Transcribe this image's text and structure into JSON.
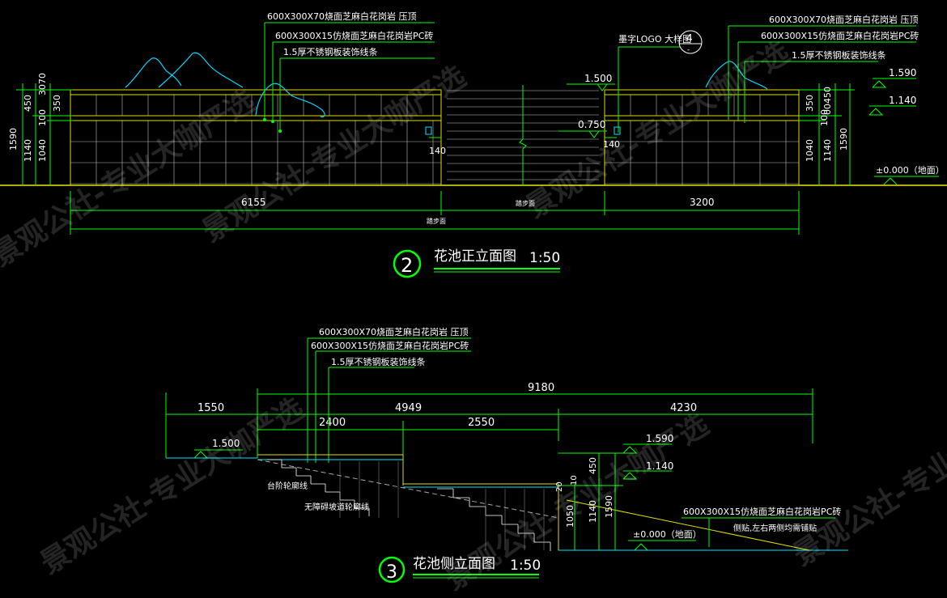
{
  "colors": {
    "background": "#000000",
    "green": "#00ff00",
    "white": "#ffffff",
    "yellow": "#e0e000",
    "cyan": "#00e5ff",
    "ground": "#e8e800"
  },
  "front": {
    "title": "花池正立面图 1:50",
    "title_main": "花池正立面图",
    "title_scale": "1:50",
    "number": "2",
    "callouts_left": [
      "600X300X70烧面芝麻白花岗岩 压顶",
      "600X300X15仿烧面芝麻白花岗岩PC砖",
      "1.5厚不锈钢板装饰线条"
    ],
    "callouts_right": [
      "600X300X70烧面芝麻白花岗岩 压顶",
      "600X300X15仿烧面芝麻白花岗岩PC砖",
      "1.5厚不锈钢板装饰线条"
    ],
    "logo_label": "墨字LOGO 大样图",
    "logo_number": "4",
    "logo_sub": "-",
    "dims_bottom": [
      "6155",
      "3200"
    ],
    "dim_mid_label": "踏步面",
    "dim_total_label": "踏步面",
    "left_dims_outer": [
      "1590",
      "1140",
      "1040"
    ],
    "left_dims_inner": [
      "3070",
      "450",
      "100",
      "350"
    ],
    "right_dims_inner": [
      "350",
      "100",
      "1040"
    ],
    "right_dims_outer": [
      "00450",
      "1140",
      "1590"
    ],
    "small_dims": [
      "140",
      "140"
    ],
    "levels": [
      "1.500",
      "0.750",
      "1.590",
      "1.140",
      "±0.000（地面）"
    ]
  },
  "side": {
    "title_main": "花池侧立面图",
    "title_scale": "1:50",
    "number": "3",
    "callouts": [
      "600X300X70烧面芝麻白花岗岩 压顶",
      "600X300X15仿烧面芝麻白花岗岩PC砖",
      "1.5厚不锈钢板装饰线条"
    ],
    "callout_right": "600X300X15仿烧面芝麻白花岗岩PC砖",
    "callout_right_note": "侧贴,左右两侧均需铺贴",
    "step_label": "台阶轮廓线",
    "ramp_label": "无障碍坡道轮廓线",
    "dims_total": "9180",
    "dims_row": [
      "1550",
      "4949",
      "4230"
    ],
    "dims_row2": [
      "2400",
      "2550"
    ],
    "vert_dims": [
      "450",
      "20",
      "10",
      "1590",
      "1140",
      "1050"
    ],
    "levels": [
      "1.500",
      "1.590",
      "1.140",
      "±0.000（地面）"
    ]
  },
  "watermark": "景观公社-专业大咖严选"
}
